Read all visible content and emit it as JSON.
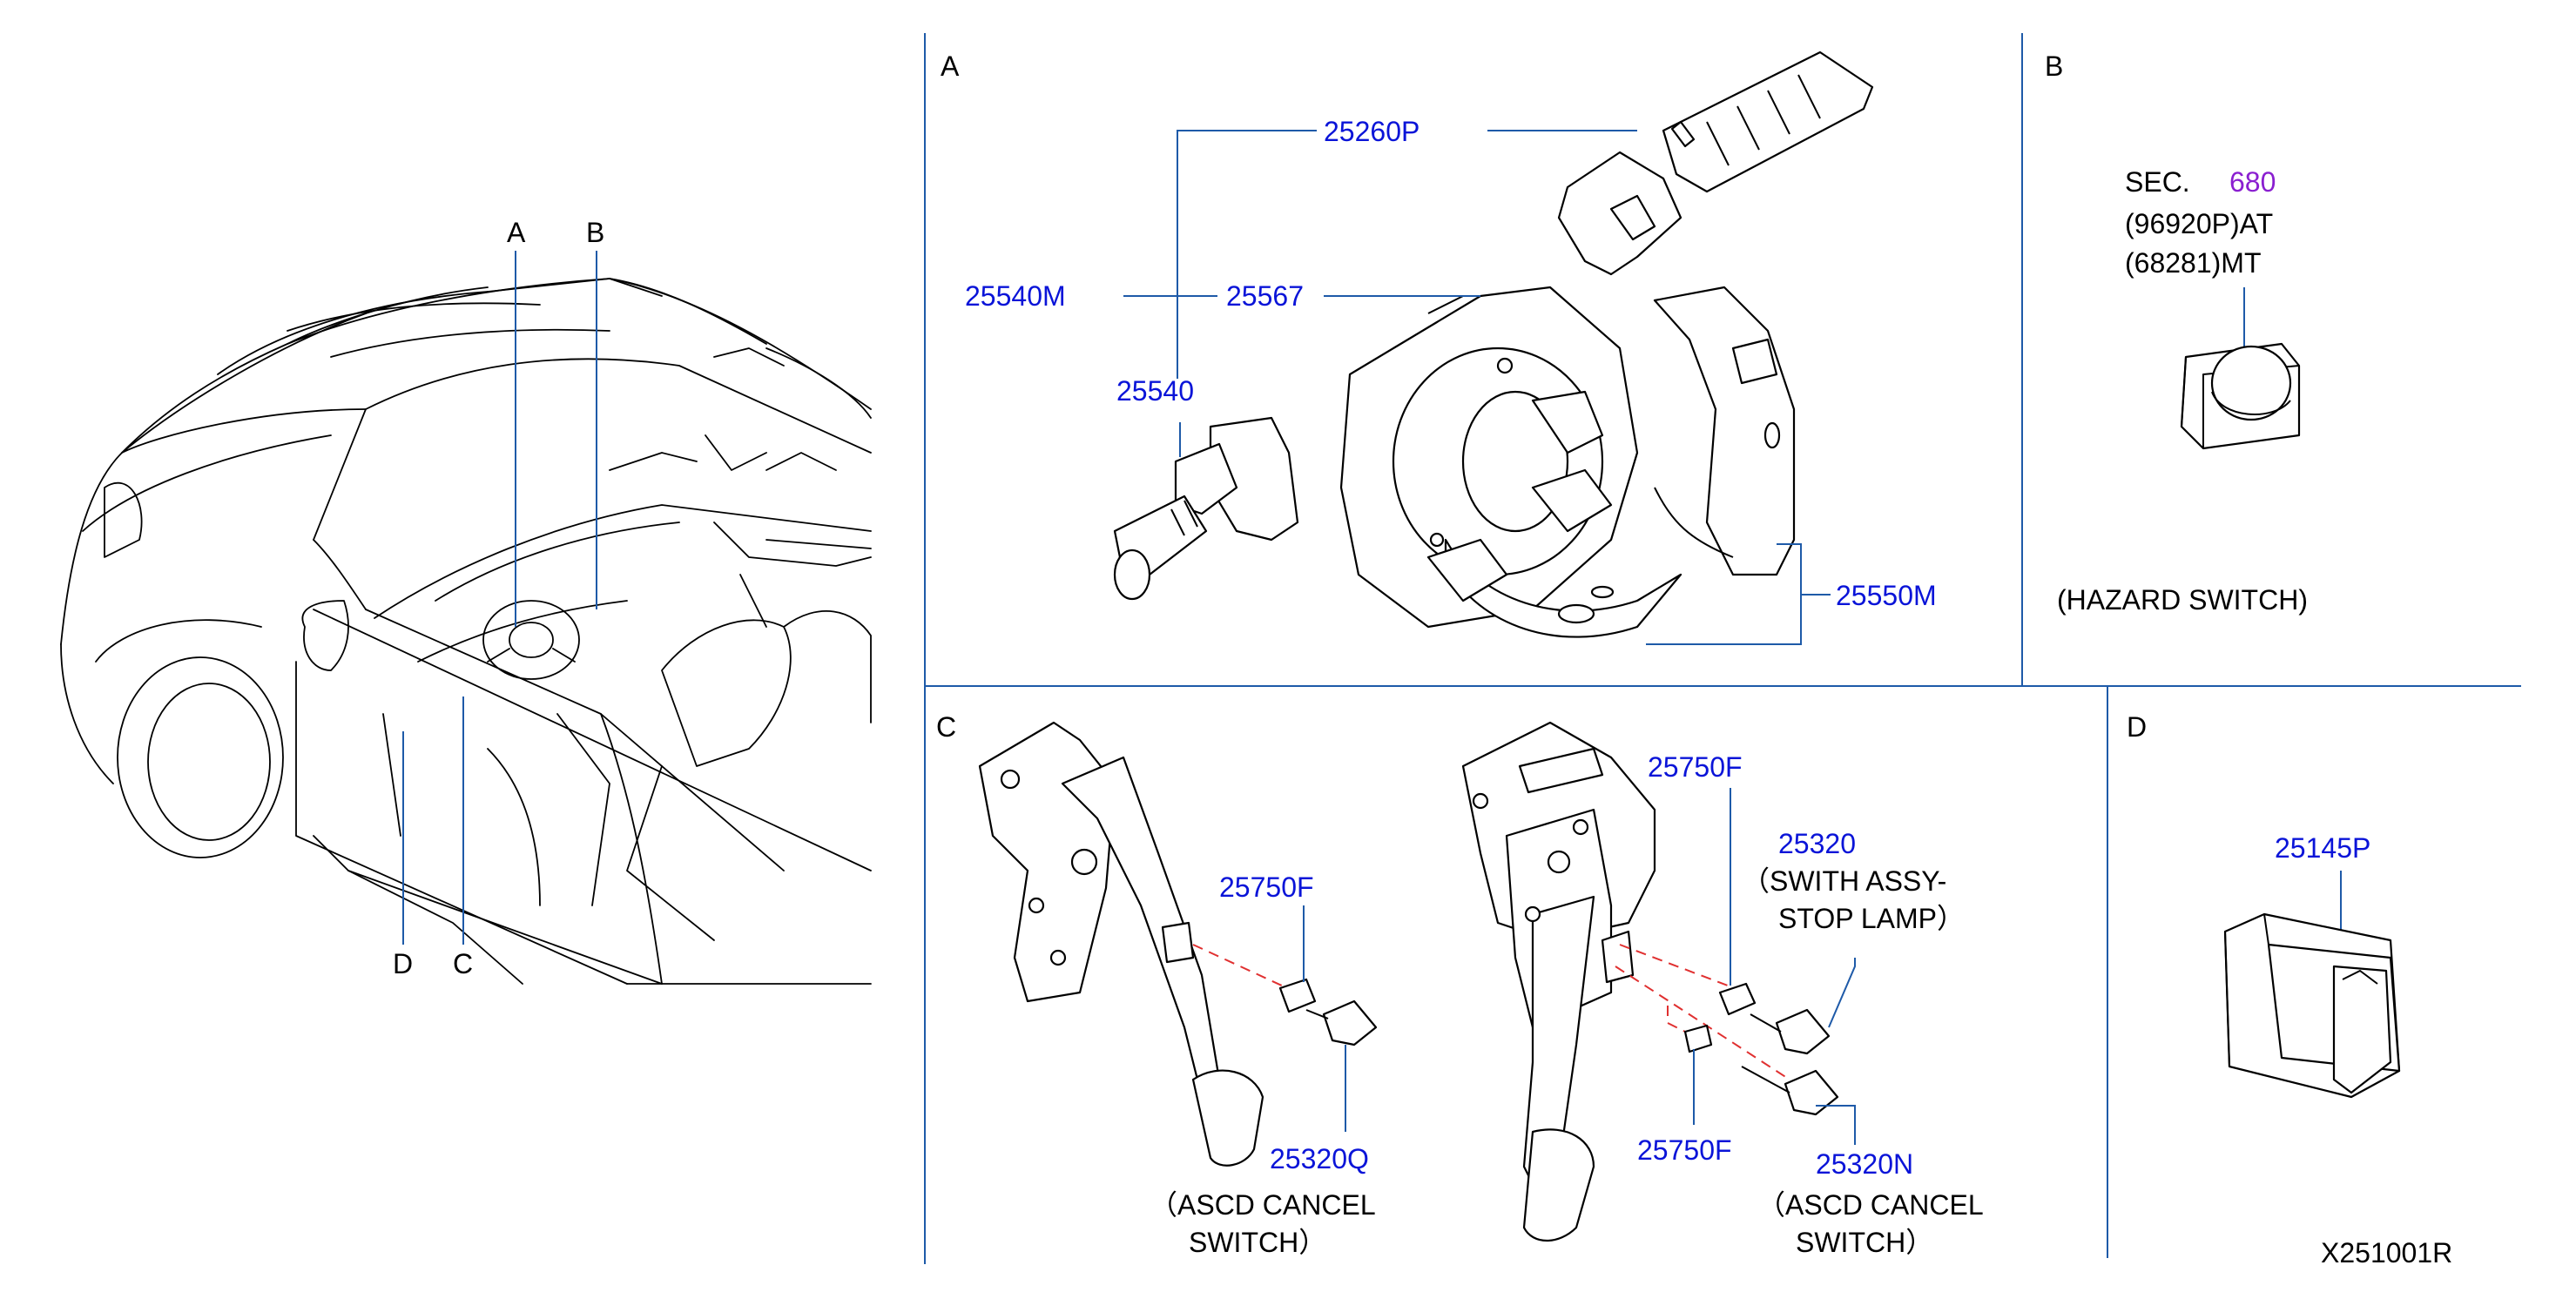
{
  "overview": {
    "callouts": [
      "A",
      "B",
      "C",
      "D"
    ]
  },
  "sections": {
    "a": "A",
    "b": "B",
    "c": "C",
    "d": "D"
  },
  "section_a": {
    "parts": {
      "p25260P": "25260P",
      "p25540M": "25540M",
      "p25567": "25567",
      "p25540": "25540",
      "p25550M": "25550M"
    }
  },
  "section_b": {
    "sec_prefix": "SEC.",
    "sec_number": "680",
    "line_at": "(96920P)AT",
    "line_mt": "(68281)MT",
    "caption": "(HAZARD   SWITCH)"
  },
  "section_c": {
    "left": {
      "p25750F": "25750F",
      "p25320Q": "25320Q",
      "caption_1": "（ASCD   CANCEL",
      "caption_2": "SWITCH）"
    },
    "right": {
      "p25750F_top": "25750F",
      "p25320": "25320",
      "caption_top_1": "（SWITH   ASSY-",
      "caption_top_2": "STOP   LAMP）",
      "p25750F_bottom": "25750F",
      "p25320N": "25320N",
      "caption_bottom_1": "（ASCD   CANCEL",
      "caption_bottom_2": "SWITCH）"
    }
  },
  "section_d": {
    "p25145P": "25145P"
  },
  "drawing_id": "X251001R",
  "colors": {
    "part_number": "#0a14d8",
    "section_ref": "#8a1fd0",
    "leader": "#1e5aa8",
    "dashed": "#e03030"
  }
}
